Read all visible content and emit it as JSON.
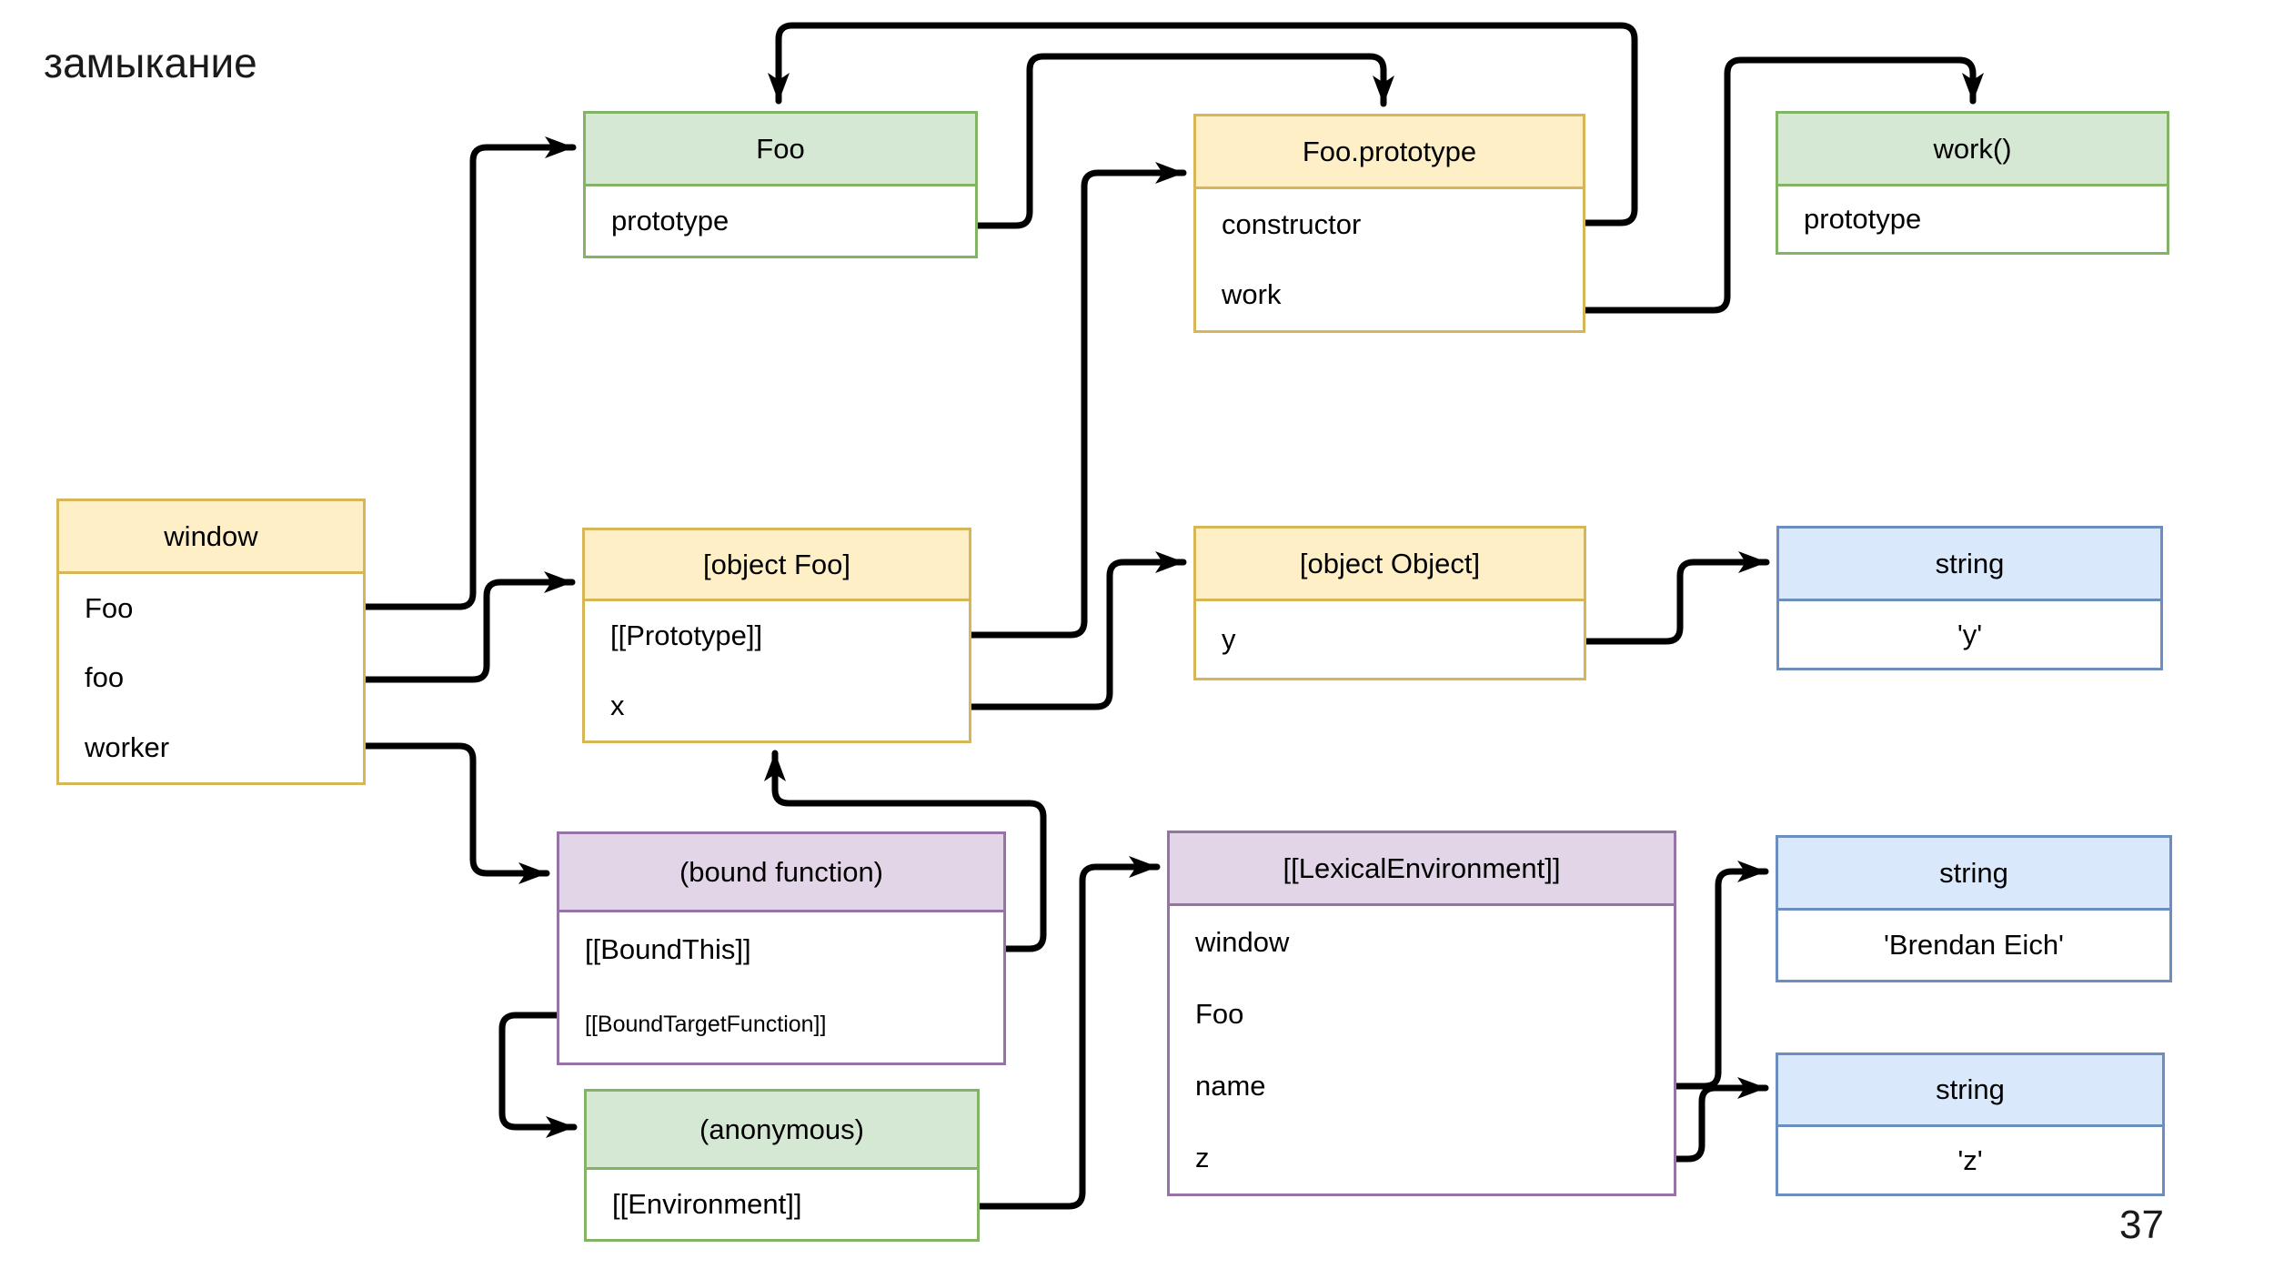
{
  "title": "замыкание",
  "page_number": "37",
  "colors": {
    "yellow_fill": "#ffefc7",
    "yellow_border": "#d6b656",
    "green_fill": "#d5e8d4",
    "green_border": "#82b366",
    "purple_fill": "#e1d5e7",
    "purple_border": "#9673a6",
    "blue_fill": "#dae8fc",
    "blue_border": "#6c8ebf",
    "wire": "#000000"
  },
  "nodes": {
    "window": {
      "title": "window",
      "rows": [
        "Foo",
        "foo",
        "worker"
      ]
    },
    "foo_fn": {
      "title": "Foo",
      "rows": [
        "prototype"
      ]
    },
    "foo_prototype": {
      "title": "Foo.prototype",
      "rows": [
        "constructor",
        "work"
      ]
    },
    "work_fn": {
      "title": "work()",
      "rows": [
        "prototype"
      ]
    },
    "object_foo": {
      "title": "[object Foo]",
      "rows": [
        "[[Prototype]]",
        "x"
      ]
    },
    "object_object": {
      "title": "[object Object]",
      "rows": [
        "y"
      ]
    },
    "string_y": {
      "title": "string",
      "rows": [
        "'y'"
      ]
    },
    "bound_function": {
      "title": "(bound function)",
      "rows": [
        "[[BoundThis]]",
        "[[BoundTargetFunction]]"
      ]
    },
    "anonymous": {
      "title": "(anonymous)",
      "rows": [
        "[[Environment]]"
      ]
    },
    "lexical_environment": {
      "title": "[[LexicalEnvironment]]",
      "rows": [
        "window",
        "Foo",
        "name",
        "z"
      ]
    },
    "string_brendan": {
      "title": "string",
      "rows": [
        "'Brendan Eich'"
      ]
    },
    "string_z": {
      "title": "string",
      "rows": [
        "'z'"
      ]
    }
  },
  "edges": [
    {
      "from_node": "window",
      "from_row": "Foo",
      "to_node": "Foo"
    },
    {
      "from_node": "window",
      "from_row": "foo",
      "to_node": "[object Foo]"
    },
    {
      "from_node": "window",
      "from_row": "worker",
      "to_node": "(bound function)"
    },
    {
      "from_node": "Foo",
      "from_row": "prototype",
      "to_node": "Foo.prototype"
    },
    {
      "from_node": "Foo.prototype",
      "from_row": "constructor",
      "to_node": "Foo"
    },
    {
      "from_node": "Foo.prototype",
      "from_row": "work",
      "to_node": "work()"
    },
    {
      "from_node": "[object Foo]",
      "from_row": "[[Prototype]]",
      "to_node": "Foo.prototype"
    },
    {
      "from_node": "[object Foo]",
      "from_row": "x",
      "to_node": "[object Object]"
    },
    {
      "from_node": "[object Object]",
      "from_row": "y",
      "to_node": "string 'y'"
    },
    {
      "from_node": "(bound function)",
      "from_row": "[[BoundThis]]",
      "to_node": "[object Foo]"
    },
    {
      "from_node": "(bound function)",
      "from_row": "[[BoundTargetFunction]]",
      "to_node": "(anonymous)"
    },
    {
      "from_node": "(anonymous)",
      "from_row": "[[Environment]]",
      "to_node": "[[LexicalEnvironment]]"
    },
    {
      "from_node": "[[LexicalEnvironment]]",
      "from_row": "name",
      "to_node": "string 'Brendan Eich'"
    },
    {
      "from_node": "[[LexicalEnvironment]]",
      "from_row": "z",
      "to_node": "string 'z'"
    }
  ]
}
